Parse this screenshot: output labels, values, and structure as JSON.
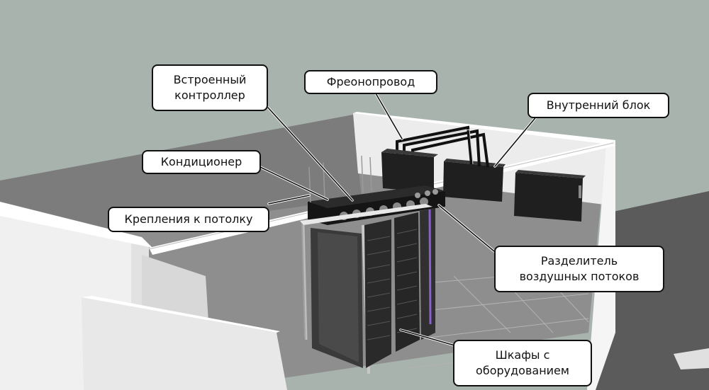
{
  "labels": {
    "controller": [
      "Встроенный",
      "контроллер"
    ],
    "freon": "Фреонопровод",
    "indoor_unit": "Внутренний блок",
    "conditioner": "Кондиционер",
    "mounts": "Крепления к потолку",
    "separator": [
      "Разделитель",
      "воздушных потоков"
    ],
    "cabinets": [
      "Шкафы с",
      "оборудованием"
    ]
  },
  "colors": {
    "sky": "#a9b3ad",
    "floor_far": "#8f8f8f",
    "floor_near": "#5e5e5e",
    "wall_inner": "#f1f1f1",
    "wall_shade": "#d2d2d2",
    "equipment": "#1c1c1c",
    "label_bg": "#ffffff",
    "label_border": "#111111",
    "leader_line": "#111111",
    "accent_purple": "#8a5fd0"
  }
}
